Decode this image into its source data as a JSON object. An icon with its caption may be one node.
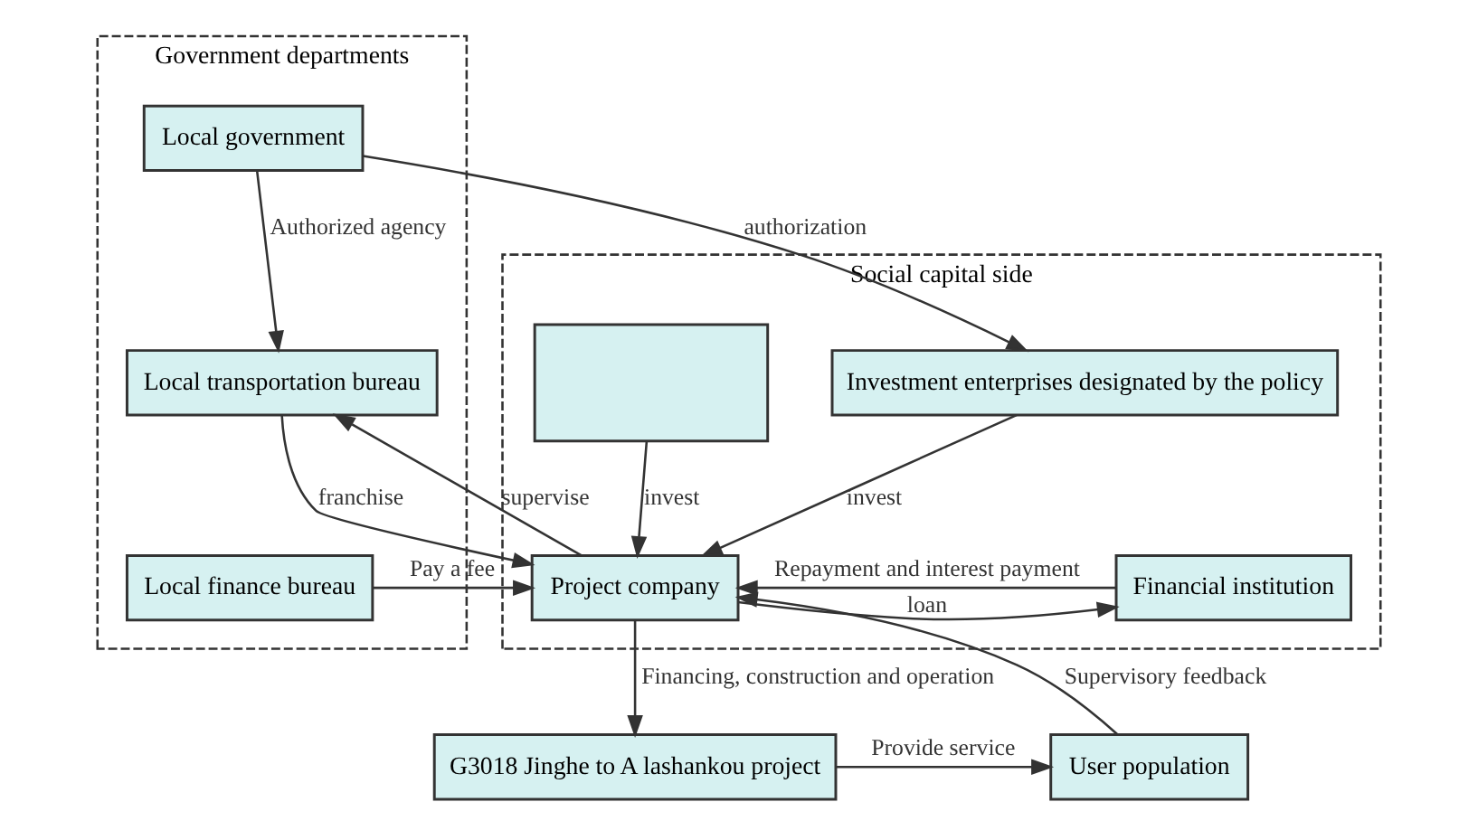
{
  "diagram": {
    "nodes": [
      {
        "text": [
          "Government departments"
        ]
      },
      {
        "text": [
          "Local government"
        ],
        "in": 0
      },
      {
        "text": [
          "Local transportation bureau"
        ],
        "in": 0
      },
      {
        "text": [
          "Local finance bureau"
        ],
        "in": 0
      },
      {
        "text": [
          "Social capital side"
        ]
      },
      {
        "text": [
          "Investment enterprises designated by the policy"
        ],
        "in": 4
      },
      {
        "text": [],
        "shape": "box",
        "in": 4
      },
      {
        "text": [
          "Project company"
        ],
        "in": 4
      },
      {
        "text": [
          "Financial institution"
        ],
        "in": 4
      },
      {
        "text": [
          "G3018 Jinghe to A lashankou project"
        ]
      },
      {
        "text": [
          "User population"
        ]
      }
    ],
    "edges": [
      {
        "from": 1,
        "to": 5,
        "arrow": "to",
        "label": "authorization"
      },
      {
        "from": 1,
        "to": 2,
        "arrow": "to",
        "label": "Authorized agency"
      },
      {
        "from": 2,
        "to": 7,
        "arrow": "to",
        "label": "franchise"
      },
      {
        "from": 7,
        "to": 2,
        "arrow": "to",
        "label": "supervise"
      },
      {
        "from": 5,
        "to": 7,
        "arrow": "to",
        "label": "invest"
      },
      {
        "from": 6,
        "to": 7,
        "arrow": "to",
        "label": "invest"
      },
      {
        "from": 7,
        "to": 8,
        "arrow": "to",
        "label": "loan"
      },
      {
        "from": 8,
        "to": 7,
        "arrow": "to",
        "label": "Repayment and interest payment"
      },
      {
        "from": 3,
        "to": 7,
        "arrow": "to",
        "label": "Pay a fee"
      },
      {
        "from": 7,
        "to": 9,
        "arrow": "to",
        "label": "Financing, construction and operation"
      },
      {
        "from": 9,
        "to": 10,
        "arrow": "to",
        "label": "Provide service"
      },
      {
        "from": 10,
        "to": 7,
        "arrow": "to",
        "label": "Supervisory feedback"
      }
    ]
  }
}
